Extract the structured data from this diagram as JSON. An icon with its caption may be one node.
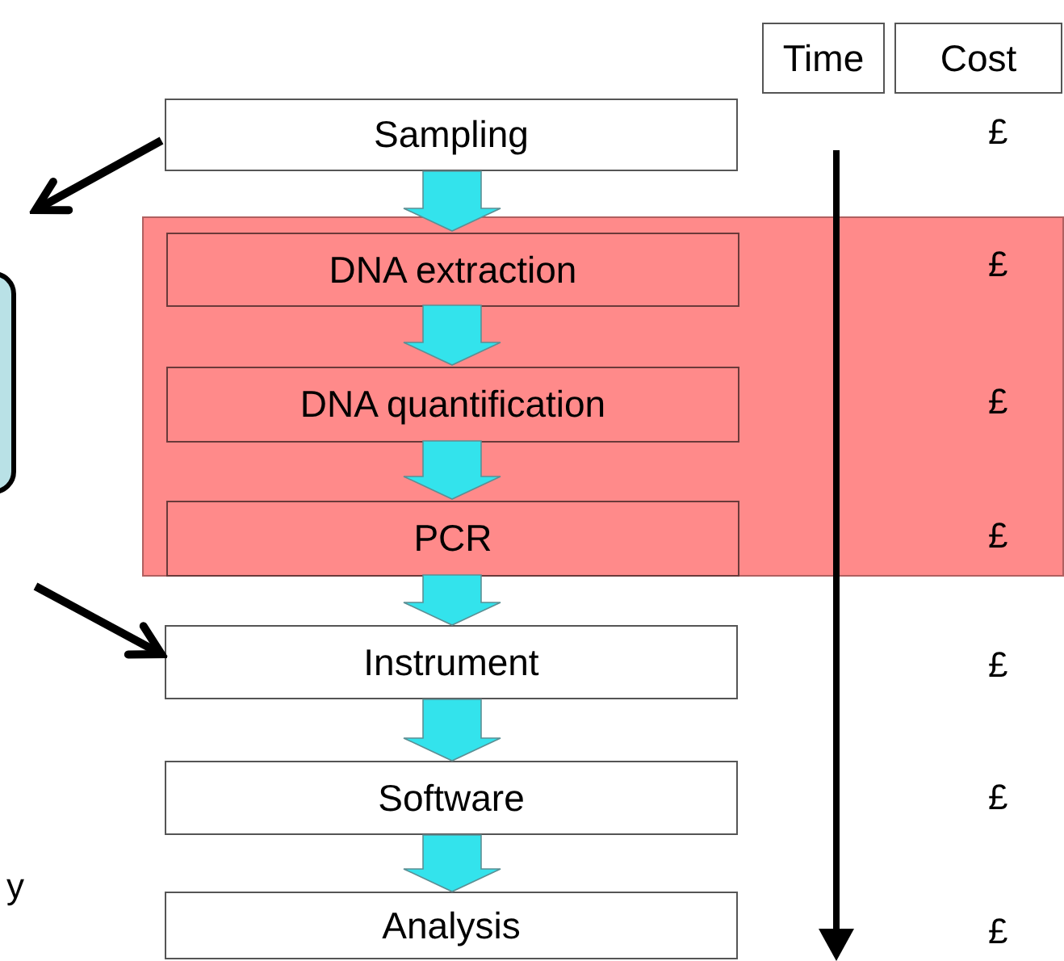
{
  "diagram": {
    "nodes": [
      {
        "text": [
          "Time"
        ]
      },
      {
        "text": [
          "Cost"
        ]
      },
      {
        "text": [
          "Sampling"
        ]
      },
      {
        "text": [],
        "shape": "box"
      },
      {
        "text": [
          "DNA extraction"
        ],
        "in": 3
      },
      {
        "text": [
          "DNA quantification"
        ],
        "in": 3
      },
      {
        "text": [
          "PCR"
        ],
        "in": 3
      },
      {
        "text": [
          "Instrument"
        ]
      },
      {
        "text": [
          "Software"
        ]
      },
      {
        "text": [
          "Analysis"
        ]
      },
      {
        "text": [],
        "shape": "box"
      }
    ],
    "edges": [
      {
        "from": 2,
        "to": 4,
        "arrow": "to"
      },
      {
        "from": 4,
        "to": 5,
        "arrow": "to"
      },
      {
        "from": 5,
        "to": 6,
        "arrow": "to"
      },
      {
        "from": 6,
        "to": 7,
        "arrow": "to"
      },
      {
        "from": 7,
        "to": 8,
        "arrow": "to"
      },
      {
        "from": 8,
        "to": 9,
        "arrow": "to"
      },
      {
        "from": 2,
        "to": 10,
        "arrow": "to",
        "color": "#000000"
      },
      {
        "from": 10,
        "to": 7,
        "arrow": "to",
        "color": "#000000"
      }
    ],
    "labels": [
      "£",
      "£",
      "£",
      "£",
      "£",
      "£",
      "£",
      "y"
    ]
  }
}
